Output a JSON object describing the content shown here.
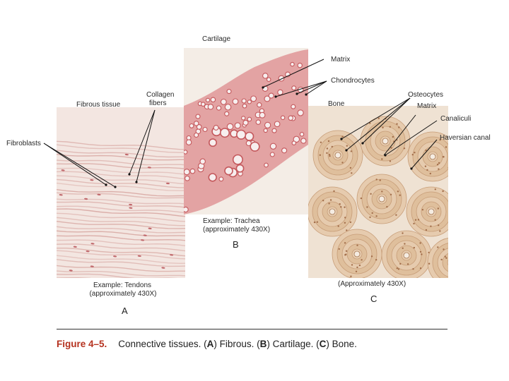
{
  "labels": {
    "cartilage": "Cartilage",
    "matrix_b": "Matrix",
    "chondrocytes": "Chondrocytes",
    "bone": "Bone",
    "osteocytes": "Osteocytes",
    "matrix_c": "Matrix",
    "canaliculi": "Canaliculi",
    "haversian_canal": "Haversian canal",
    "fibrous_tissue": "Fibrous tissue",
    "collagen_line1": "Collagen",
    "collagen_line2": "fibers",
    "fibroblasts": "Fibroblasts"
  },
  "panels": {
    "a": {
      "letter": "A",
      "example_line1": "Example: Tendons",
      "example_line2": "(approximately 430X)"
    },
    "b": {
      "letter": "B",
      "example_line1": "Example: Trachea",
      "example_line2": "(approximately 430X)"
    },
    "c": {
      "letter": "C",
      "example_line1": "(Approximately 430X)"
    }
  },
  "caption": {
    "figure_number": "Figure 4–5.",
    "text_1": "Connective tissues. (",
    "a": "A",
    "text_2": ") Fibrous. (",
    "b": "B",
    "text_3": ") Cartilage. (",
    "c": "C",
    "text_4": ") Bone."
  },
  "colors": {
    "fibrous_bg": "#f3e6e1",
    "fibrous_fiber": "#d9a9a3",
    "cartilage_matrix": "#e3a3a3",
    "cartilage_bg": "#f4ede6",
    "chondrocyte_ring": "#c4585c",
    "bone_bg": "#efe2d3",
    "osteon": "#e2c4a4",
    "osteon_ring": "#caa07b",
    "caption_accent": "#b5321f"
  }
}
